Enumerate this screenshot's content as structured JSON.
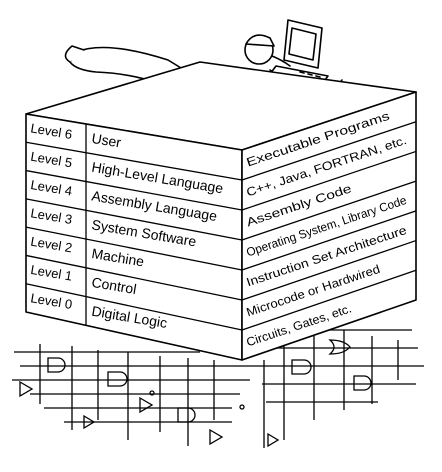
{
  "levels": [
    {
      "level": "Level 6",
      "name": "User",
      "description": "Executable Programs"
    },
    {
      "level": "Level 5",
      "name": "High-Level Language",
      "description": "C++, Java, FORTRAN, etc."
    },
    {
      "level": "Level 4",
      "name": "Assembly Language",
      "description": "Assembly Code"
    },
    {
      "level": "Level 3",
      "name": "System Software",
      "description": "Operating System, Library Code"
    },
    {
      "level": "Level 2",
      "name": "Machine",
      "description": "Instruction Set Architecture"
    },
    {
      "level": "Level 1",
      "name": "Control",
      "description": "Microcode or Hardwired"
    },
    {
      "level": "Level 0",
      "name": "Digital Logic",
      "description": "Circuits, Gates, etc."
    }
  ],
  "colors": {
    "ink": "#000000",
    "paper": "#ffffff"
  },
  "illustration": {
    "top": "person-at-computer",
    "bottom": "logic-circuit"
  }
}
